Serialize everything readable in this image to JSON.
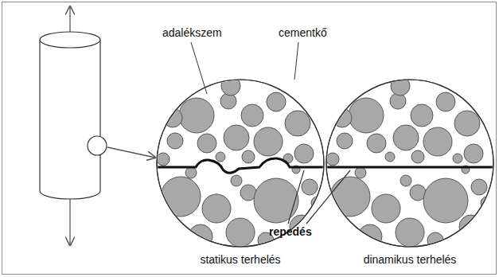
{
  "diagram": {
    "labels": [
      "adalékszem",
      "cementkő",
      "repedés",
      "statikus terhelés",
      "dinamikus terhelés"
    ]
  }
}
